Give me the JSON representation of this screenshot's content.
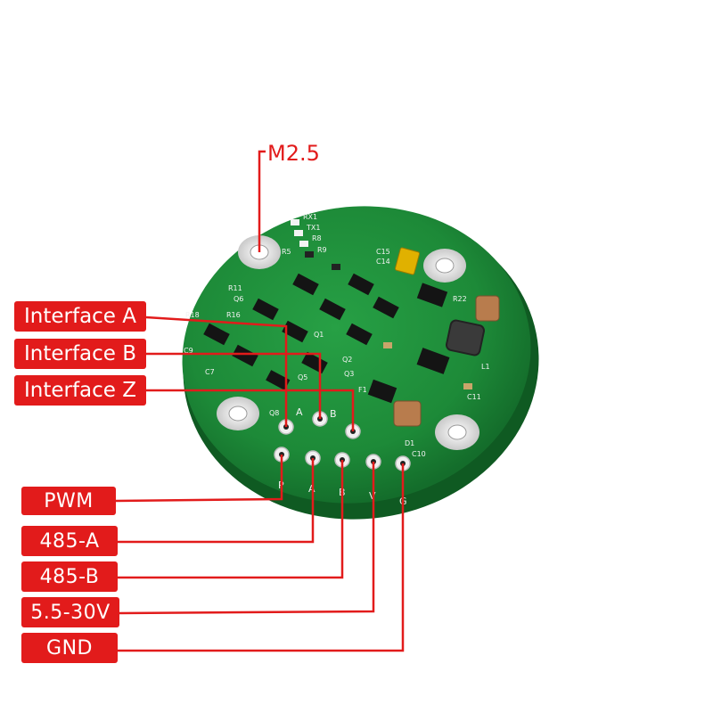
{
  "top_label": "M2.5",
  "left_labels": [
    "Interface A",
    "Interface B",
    "Interface Z"
  ],
  "bottom_labels": [
    "PWM",
    "485-A",
    "485-B",
    "5.5-30V",
    "GND"
  ],
  "board": {
    "silkscreen": [
      "RX1",
      "TX1",
      "R8",
      "R9",
      "R5",
      "C15",
      "C14",
      "R11",
      "Q6",
      "R18",
      "R16",
      "Q1",
      "Q2",
      "Q3",
      "Q8",
      "Q5",
      "C7",
      "C9",
      "C11",
      "L1",
      "F1",
      "D1",
      "C10",
      "R22"
    ],
    "pin_letters_top": [
      "A",
      "B"
    ],
    "pin_letters_bottom": [
      "P",
      "A",
      "B",
      "V",
      "G"
    ]
  },
  "colors": {
    "label_bg": "#e21b1b",
    "label_text": "#ffffff",
    "line": "#e21b1b",
    "pcb": "#1f8a3a"
  }
}
